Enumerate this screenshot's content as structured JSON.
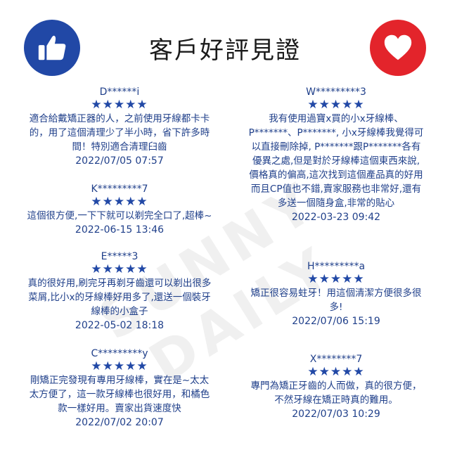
{
  "header": {
    "title": "客戶好評見證",
    "left_icon": "thumbs-up-icon",
    "right_icon": "heart-icon"
  },
  "watermark": "SUNNY DAILY",
  "colors": {
    "accent_blue": "#2148a6",
    "accent_red": "#e3242b",
    "text_blue": "#1f3f8a"
  },
  "left_reviews": [
    {
      "name": "D******i",
      "stars": "★★★★★",
      "lines": [
        "適合給戴矯正器的人，之前使用牙線都卡卡",
        "的，用了這個清理少了半小時，省下許多時",
        "間！特別適合清理臼齒"
      ],
      "date": "2022/07/05 07:57"
    },
    {
      "name": "K*********7",
      "stars": "★★★★★",
      "lines": [
        "這個很方便,一下下就可以剃完全口了,超棒~"
      ],
      "date": "2022-06-15 13:46"
    },
    {
      "name": "E*****3",
      "stars": "★★★★★",
      "lines": [
        "真的很好用,刷完牙再剃牙齒還可以剃出很多",
        "菜屑,比小x的牙線棒好用多了,還送一個裝牙",
        "線棒的小盒子"
      ],
      "date": "2022-05-02 18:18"
    },
    {
      "name": "C*********y",
      "stars": "★★★★★",
      "lines": [
        "剛矯正完發現有專用牙線棒，實在是~太太",
        "太方便了，這一款牙線棒也很好用，和橘色",
        "款一樣好用。賣家出貨速度快"
      ],
      "date": "2022/07/02 20:07"
    }
  ],
  "right_reviews": [
    {
      "name": "W*********3",
      "stars": "★★★★★",
      "lines": [
        "我有使用過寶x買的小x牙線棒、",
        "P*******、P*******, 小x牙線棒我覺得可",
        "以直接刪除掉, P*******跟P*******各有",
        "優異之處,但是對於牙線棒這個東西來說,",
        "價格真的偏高,這次找到這個產品真的好用",
        "而且CP值也不錯,賣家服務也非常好,還有",
        "多送一個隨身盒,非常的貼心"
      ],
      "date": "2022-03-23 09:42"
    },
    {
      "name": "H*********a",
      "stars": "★★★★★",
      "lines": [
        "矯正很容易蛀牙！用這個清潔方便很多很",
        "多!"
      ],
      "date": "2022/07/06 15:19"
    },
    {
      "name": "X********7",
      "stars": "★★★★★",
      "lines": [
        "專門為矯正牙齒的人而做，真的很方便，",
        "不然牙線在矯正時真的難用。"
      ],
      "date": "2022/07/03 10:29"
    }
  ]
}
